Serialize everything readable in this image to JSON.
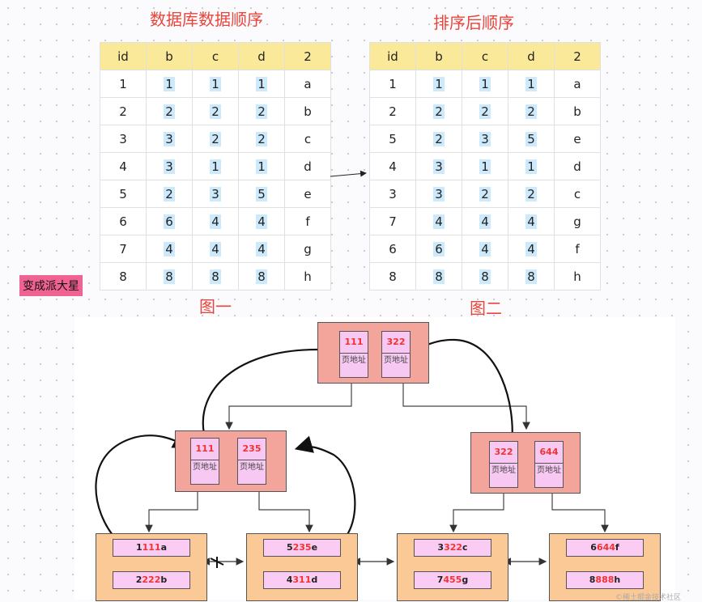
{
  "titles": {
    "left": "数据库数据顺序",
    "right": "排序后顺序"
  },
  "captions": {
    "left": "图一",
    "right": "图二"
  },
  "columns": [
    "id",
    "b",
    "c",
    "d",
    "2"
  ],
  "table1": [
    [
      "1",
      "1",
      "1",
      "1",
      "a"
    ],
    [
      "2",
      "2",
      "2",
      "2",
      "b"
    ],
    [
      "3",
      "3",
      "2",
      "2",
      "c"
    ],
    [
      "4",
      "3",
      "1",
      "1",
      "d"
    ],
    [
      "5",
      "2",
      "3",
      "5",
      "e"
    ],
    [
      "6",
      "6",
      "4",
      "4",
      "f"
    ],
    [
      "7",
      "4",
      "4",
      "4",
      "g"
    ],
    [
      "8",
      "8",
      "8",
      "8",
      "h"
    ]
  ],
  "table2": [
    [
      "1",
      "1",
      "1",
      "1",
      "a"
    ],
    [
      "2",
      "2",
      "2",
      "2",
      "b"
    ],
    [
      "5",
      "2",
      "3",
      "5",
      "e"
    ],
    [
      "4",
      "3",
      "1",
      "1",
      "d"
    ],
    [
      "3",
      "3",
      "2",
      "2",
      "c"
    ],
    [
      "7",
      "4",
      "4",
      "4",
      "g"
    ],
    [
      "6",
      "6",
      "4",
      "4",
      "f"
    ],
    [
      "8",
      "8",
      "8",
      "8",
      "h"
    ]
  ],
  "tag": "变成派大星",
  "tree": {
    "page_pointer_label": "页地址",
    "root": [
      "111",
      "322"
    ],
    "inner_left": [
      "111",
      "235"
    ],
    "inner_right": [
      "322",
      "644"
    ],
    "leaves": [
      [
        {
          "pre": "1",
          "mid": "111",
          "post": "a"
        },
        {
          "pre": "2",
          "mid": "222",
          "post": "b"
        }
      ],
      [
        {
          "pre": "5",
          "mid": "235",
          "post": "e"
        },
        {
          "pre": "4",
          "mid": "311",
          "post": "d"
        }
      ],
      [
        {
          "pre": "3",
          "mid": "322",
          "post": "c"
        },
        {
          "pre": "7",
          "mid": "455",
          "post": "g"
        }
      ],
      [
        {
          "pre": "6",
          "mid": "644",
          "post": "f"
        },
        {
          "pre": "8",
          "mid": "888",
          "post": "h"
        }
      ]
    ]
  },
  "watermark": "©稀土掘金技术社区"
}
